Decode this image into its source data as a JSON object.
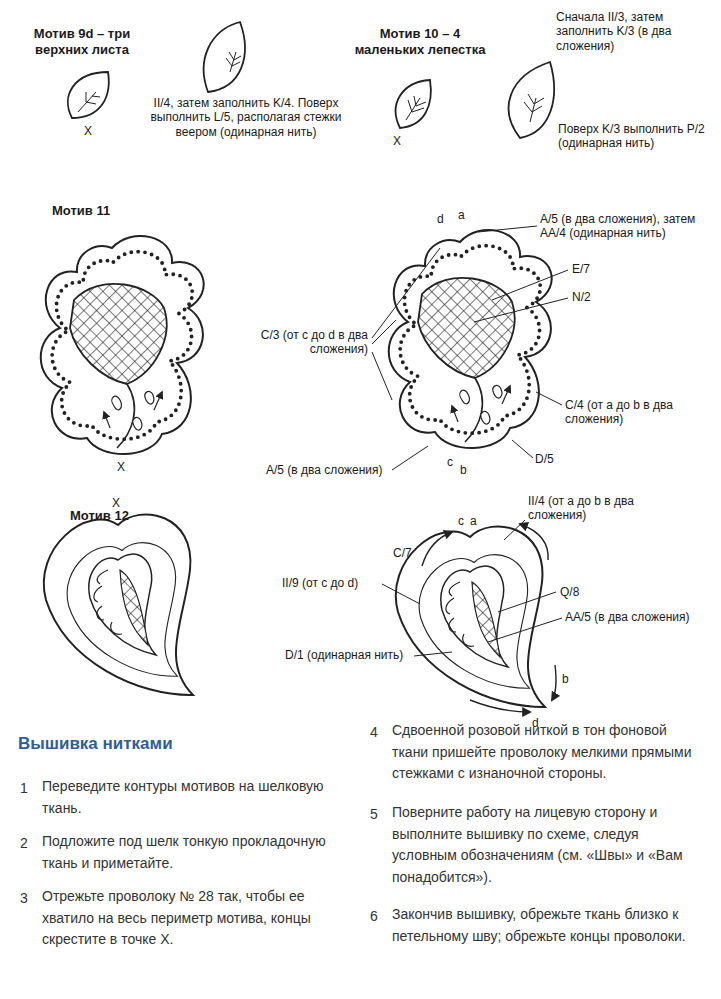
{
  "diagram": {
    "title": "Вышивка нитками",
    "labels": [
      "Мотив 9d – три верхних листа",
      "X",
      "II/4, затем заполнить K/4. Поверх выполнить L/5, располагая стежки веером (одинарная нить)",
      "Мотив 10 – 4 маленьких лепестка",
      "X",
      "Сначала II/3, затем заполнить K/3 (в два сложения)",
      "Поверх K/3 выполнить P/2 (одинарная нить)",
      "Мотив 11",
      "X",
      "d",
      "a",
      "A/5 (в два сложения), затем AA/4 (одинарная нить)",
      "E/7",
      "N/2",
      "C/3 (от c до d в два сложения)",
      "C/4 (от a до b в два сложения)",
      "D/5",
      "A/5 (в два сложения)",
      "c",
      "b",
      "Мотив 12",
      "X",
      "C/7",
      "c",
      "a",
      "II/4 (от a до b в два сложения)",
      "II/9 (от c до d)",
      "Q/8",
      "AA/5 (в два сложения)",
      "D/1 (одинарная нить)",
      "b",
      "d",
      "1",
      "Переведите контуры мотивов на шелковую ткань.",
      "2",
      "Подложите под шелк тонкую прокладочную ткань и приметайте.",
      "3",
      "Отрежьте проволоку № 28 так, чтобы ее хватило на весь периметр мотива, концы скрестите в точке X.",
      "4",
      "Сдвоенной розовой ниткой в тон фоновой ткани пришейте проволоку мелкими прямыми стежками с изнаночной стороны.",
      "5",
      "Поверните работу на лицевую сторону и выполните вышивку по схеме, следуя условным обозначениям (см. «Швы» и «Вам понадобится»).",
      "6",
      "Закончив вышивку, обрежьте ткань близко к петельному шву; обрежьте концы проволоки."
    ]
  }
}
